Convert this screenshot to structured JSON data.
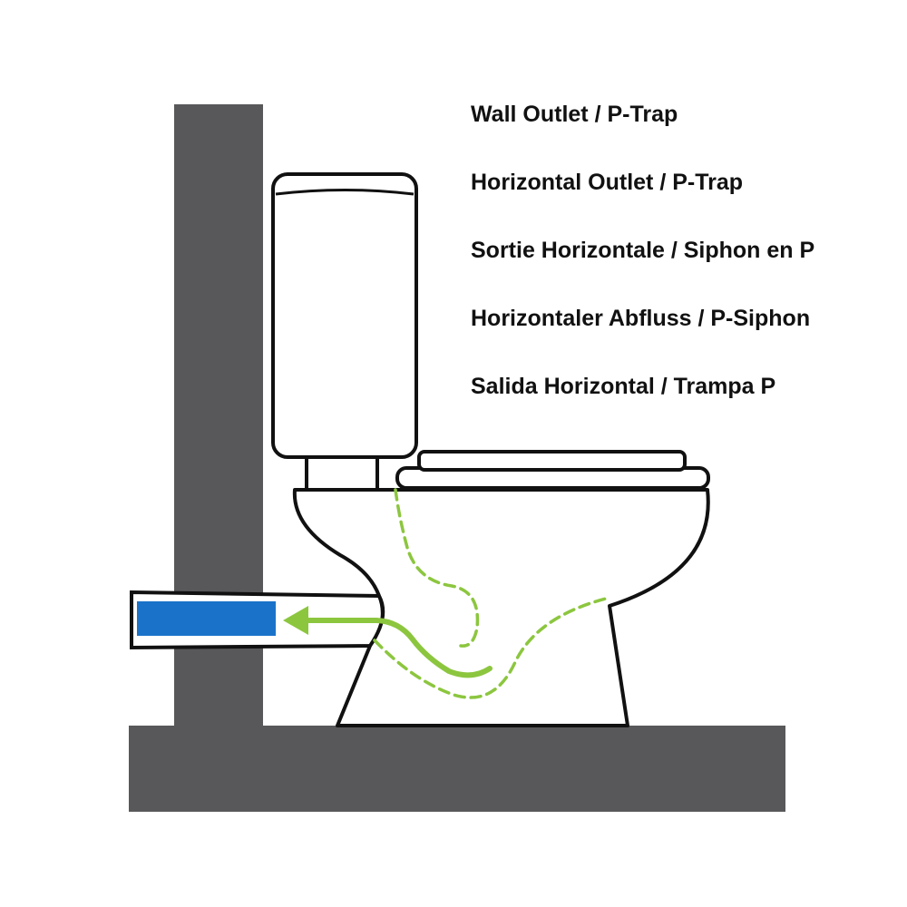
{
  "labels": [
    "Wall Outlet / P-Trap",
    "Horizontal Outlet / P-Trap",
    "Sortie Horizontale / Siphon en P",
    "Horizontaler Abfluss / P-Siphon",
    "Salida Horizontal / Trampa P"
  ],
  "colors": {
    "wall": "#58585a",
    "outline": "#111111",
    "water": "#1a73c9",
    "flow": "#8cc63f"
  },
  "icons": {
    "flow_arrow": "left-arrow-icon"
  }
}
